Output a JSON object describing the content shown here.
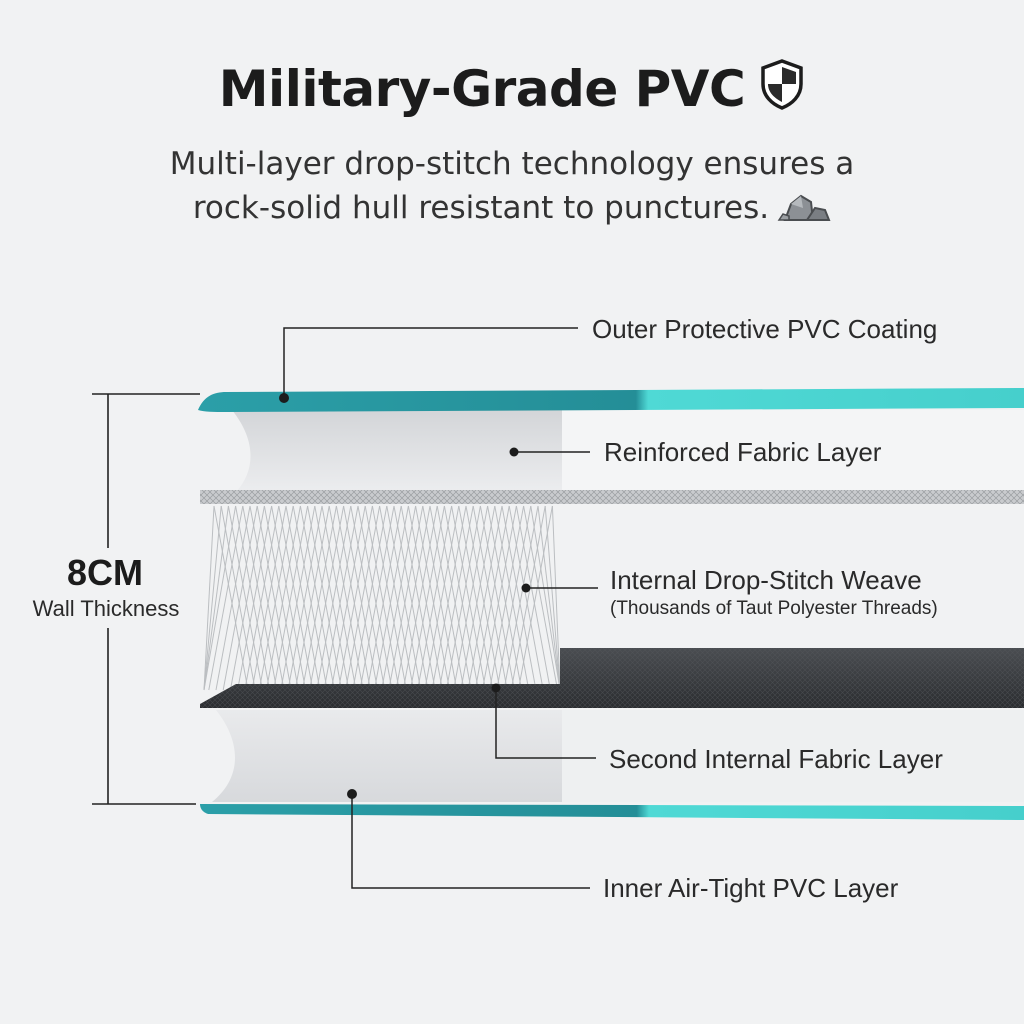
{
  "header": {
    "title": "Military-Grade PVC",
    "title_icon": "shield-icon",
    "subtitle_line1": "Multi-layer drop-stitch technology ensures a",
    "subtitle_line2": "rock-solid hull resistant to punctures.",
    "subtitle_icon": "rock-icon"
  },
  "thickness": {
    "value": "8CM",
    "label": "Wall Thickness"
  },
  "layers": {
    "outer": "Outer Protective PVC Coating",
    "reinforced": "Reinforced Fabric Layer",
    "drop_stitch": "Internal Drop-Stitch Weave",
    "drop_stitch_note": "(Thousands of Taut Polyester Threads)",
    "second_fabric": "Second Internal Fabric Layer",
    "inner": "Inner Air-Tight PVC Layer"
  },
  "colors": {
    "background": "#f1f2f3",
    "teal_dark": "#2a9ea6",
    "teal_light": "#49d6d3",
    "dark_fabric": "#3a3d40",
    "threads": "#b9bcbf"
  }
}
